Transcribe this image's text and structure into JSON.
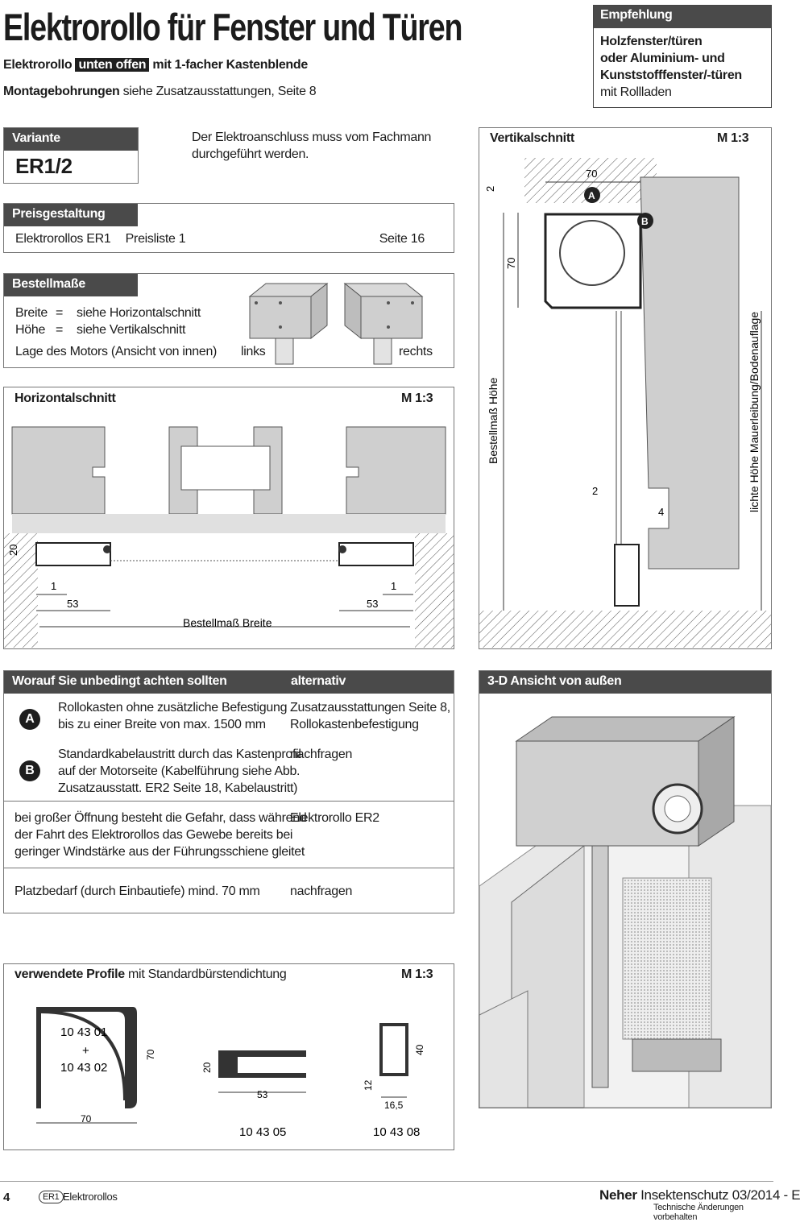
{
  "header": {
    "title": "Elektrorollo für Fenster und Türen",
    "sub1_pre": "Elektrorollo",
    "sub1_hl": "unten offen",
    "sub1_post": "mit 1-facher Kastenblende",
    "sub2_bold": "Montagebohrungen",
    "sub2_rest": "siehe Zusatzausstattungen, Seite 8"
  },
  "empfehlung": {
    "head": "Empfehlung",
    "line1": "Holzfenster/türen",
    "line2": "oder Aluminium- und",
    "line3": "Kunststofffenster/-türen",
    "line4": "mit Rollladen"
  },
  "variante": {
    "label": "Variante",
    "value": "ER1/2"
  },
  "note": {
    "line1": "Der Elektroanschluss muss vom Fachmann",
    "line2": "durchgeführt werden."
  },
  "preis": {
    "label": "Preisgestaltung",
    "item": "Elektrorollos ER1",
    "liste": "Preisliste 1",
    "seite": "Seite 16"
  },
  "bestell": {
    "label": "Bestellmaße",
    "breite_k": "Breite",
    "eq": "=",
    "breite_v": "siehe Horizontalschnitt",
    "hoehe_k": "Höhe",
    "hoehe_v": "siehe Vertikalschnitt",
    "lage": "Lage des Motors (Ansicht von innen)",
    "links": "links",
    "rechts": "rechts"
  },
  "horizontal": {
    "label": "Horizontalschnitt",
    "scale": "M 1:3",
    "dim20": "20",
    "dim1a": "1",
    "dim53a": "53",
    "dim1b": "1",
    "dim53b": "53",
    "breite": "Bestellmaß Breite"
  },
  "vertikal": {
    "label": "Vertikalschnitt",
    "scale": "M 1:3",
    "dim2top": "2",
    "dim70top": "70",
    "dim70side": "70",
    "badgeA": "A",
    "badgeB": "B",
    "hoehe": "Bestellmaß Höhe",
    "lichte": "lichte Höhe Mauerleibung/Bodenauflage",
    "dim2": "2",
    "dim4": "4"
  },
  "worauf": {
    "label": "Worauf Sie unbedingt achten sollten",
    "alt": "alternativ",
    "rows": [
      {
        "badge": "A",
        "l1": "Rollokasten ohne zusätzliche Befestigung",
        "l2": "bis zu einer Breite von max. 1500 mm",
        "l3": "",
        "a1": "Zusatzausstattungen Seite 8,",
        "a2": "Rollokastenbefestigung"
      },
      {
        "badge": "B",
        "l1": "Standardkabelaustritt durch das Kastenprofil",
        "l2": "auf der Motorseite (Kabelführung siehe Abb.",
        "l3": "Zusatzausstatt. ER2 Seite 18, Kabelaustritt)",
        "a1": "nachfragen",
        "a2": ""
      }
    ],
    "r3_l1": "bei großer Öffnung besteht die Gefahr, dass während",
    "r3_l2": "der Fahrt des Elektrorollos das Gewebe bereits bei",
    "r3_l3": "geringer Windstärke aus der Führungsschiene gleitet",
    "r3_a": "Elektrorollo ER2",
    "r4_l": "Platzbedarf (durch Einbautiefe) mind. 70 mm",
    "r4_a": "nachfragen"
  },
  "ansicht": {
    "label": "3-D Ansicht von außen"
  },
  "profile": {
    "label_bold": "verwendete Profile",
    "label_rest": "mit Standardbürstendichtung",
    "scale": "M 1:3",
    "p1a": "10 43 01",
    "p1plus": "+",
    "p1b": "10 43 02",
    "p1dim70v": "70",
    "p1dim70h": "70",
    "p2dim20": "20",
    "p2dim53": "53",
    "p2": "10 43 05",
    "p3dim40": "40",
    "p3dim12": "12",
    "p3dim165": "16,5",
    "p3": "10 43 08"
  },
  "footer": {
    "page": "4",
    "er1": "ER1",
    "prod": "Elektrorollos",
    "brand": "Neher",
    "brand_rest": "Insektenschutz 03/2014 - E",
    "note": "Technische Änderungen vorbehalten"
  }
}
